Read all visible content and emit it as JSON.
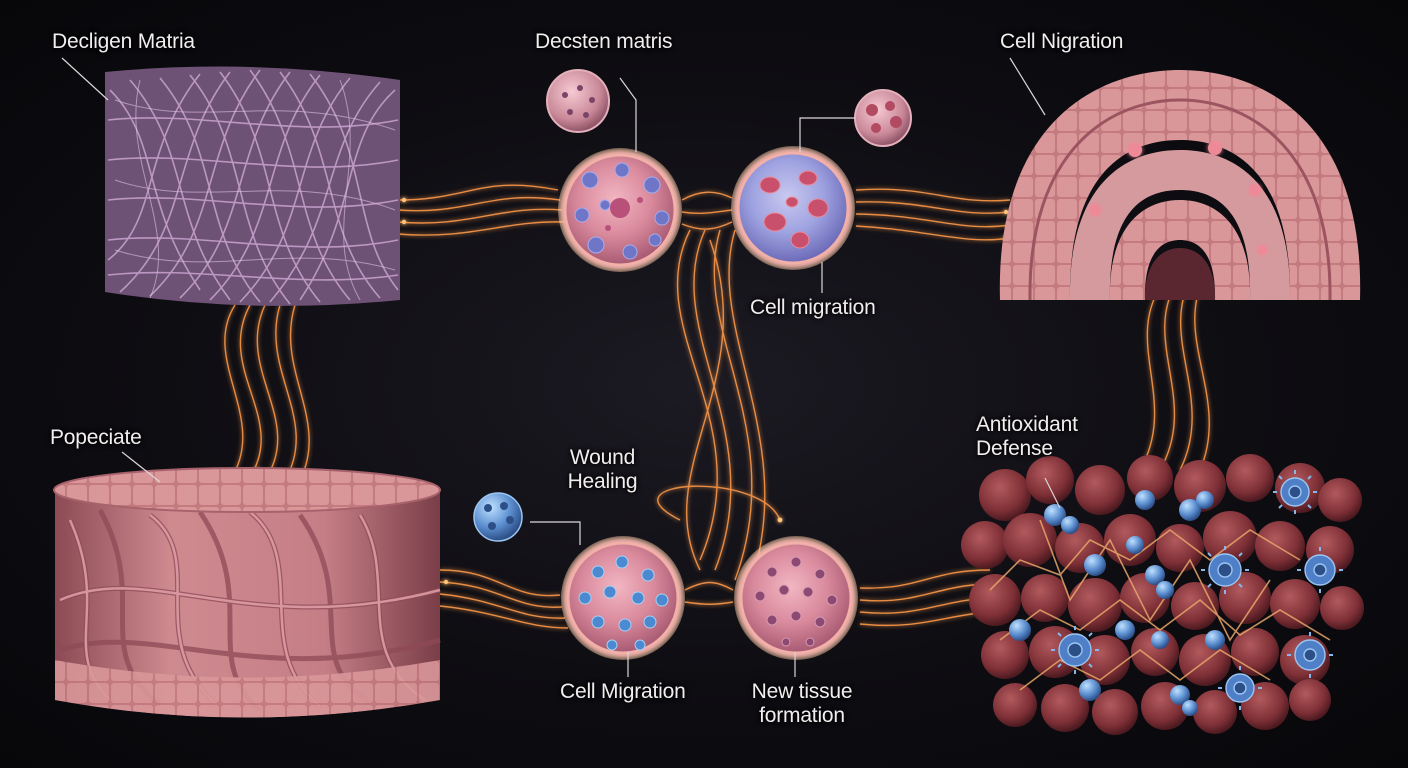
{
  "labels": {
    "decligen_matria": "Decligen Matria",
    "decsten_matris": "Decsten matris",
    "cell_nigration": "Cell Nigration",
    "cell_migration_top": "Cell migration",
    "popeciate": "Popeciate",
    "wound_healing": "Wound\nHealing",
    "antioxidant_defense": "Antioxidant\nDefense",
    "cell_migration_bottom": "Cell Migration",
    "new_tissue_formation": "New tissue\nformation"
  },
  "colors": {
    "background": "#0c0c10",
    "tissue_pink": "#c97b84",
    "fiber_lilac": "#b48cb8",
    "glow_orange": "#ff9a4a",
    "cell_blue": "#6f8fd6",
    "antioxidant_blue": "#5b8ecf",
    "tissue_red": "#7a3038",
    "label_text": "#f2eef0"
  }
}
